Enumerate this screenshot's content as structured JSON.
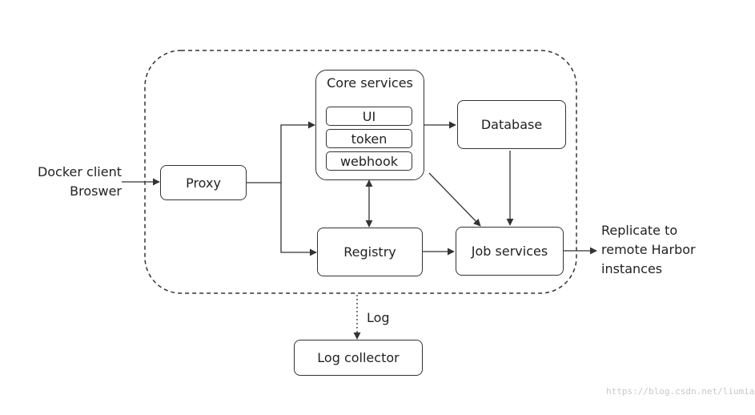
{
  "diagram": {
    "nodes": {
      "proxy": "Proxy",
      "core_services": "Core services",
      "ui": "UI",
      "token": "token",
      "webhook": "webhook",
      "database": "Database",
      "registry": "Registry",
      "job_services": "Job services",
      "log_collector": "Log collector"
    },
    "external": {
      "client_line1": "Docker client",
      "client_line2": "Broswer",
      "replicate_line1": "Replicate to",
      "replicate_line2": "remote Harbor",
      "replicate_line3": "instances"
    },
    "edge_labels": {
      "log": "Log"
    },
    "edges": [
      {
        "from": "Docker client / Broswer",
        "to": "Proxy"
      },
      {
        "from": "Proxy",
        "to": "Core services"
      },
      {
        "from": "Proxy",
        "to": "Registry"
      },
      {
        "from": "Core services",
        "to": "Database"
      },
      {
        "from": "Core services",
        "to": "Registry",
        "bidirectional": true
      },
      {
        "from": "Core services",
        "to": "Job services"
      },
      {
        "from": "Database",
        "to": "Job services"
      },
      {
        "from": "Registry",
        "to": "Job services"
      },
      {
        "from": "Job services",
        "to": "Replicate to remote Harbor instances"
      },
      {
        "from": "Harbor",
        "to": "Log collector",
        "label": "Log",
        "style": "dotted"
      }
    ]
  },
  "watermark": "https://blog.csdn.net/liumia"
}
